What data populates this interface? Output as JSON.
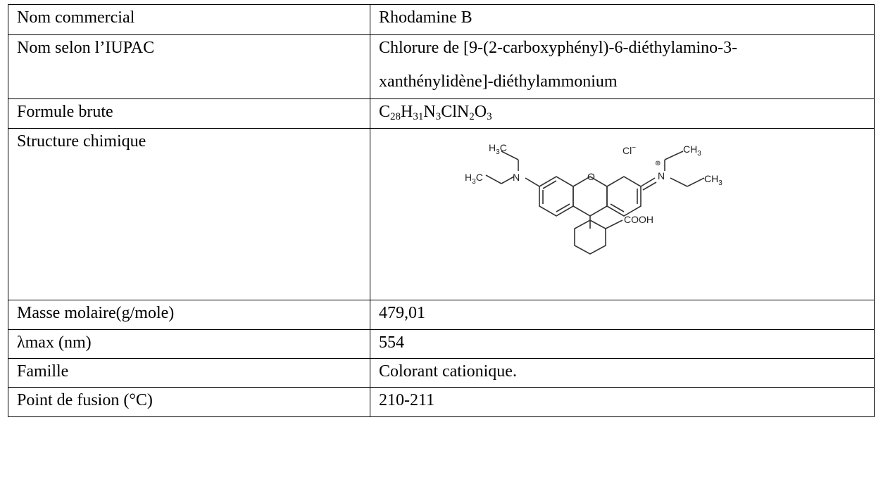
{
  "table": {
    "rows": [
      {
        "label": "Nom commercial",
        "value": "Rhodamine B"
      },
      {
        "label": "Nom selon l’IUPAC",
        "value_line1": "Chlorure de [9-(2-carboxyphényl)-6-diéthylamino-3-",
        "value_line2": "xanthénylidène]-diéthylammonium"
      },
      {
        "label": "Formule brute",
        "formula": {
          "C": "C",
          "c_sub": "28",
          "H": "H",
          "h_sub": "31",
          "N": "N",
          "n_sub": "3",
          "Cl": "ClN",
          "n2_sub": "2",
          "O": "O",
          "o_sub": "3"
        }
      },
      {
        "label": "Structure chimique",
        "structure": {
          "icon": "rhodamine-b-structure-diagram",
          "chloride": "Cl",
          "ch3": "CH",
          "three": "3",
          "h3c": "H",
          "c": "C",
          "o": "O",
          "n": "N",
          "cooh": "COOH"
        }
      },
      {
        "label": "Masse molaire(g/mole)",
        "value": "479,01"
      },
      {
        "label": "λmax (nm)",
        "value": "554"
      },
      {
        "label": "Famille",
        "value": "Colorant cationique."
      },
      {
        "label": "Point de fusion (°C)",
        "value": "210-211"
      }
    ]
  }
}
